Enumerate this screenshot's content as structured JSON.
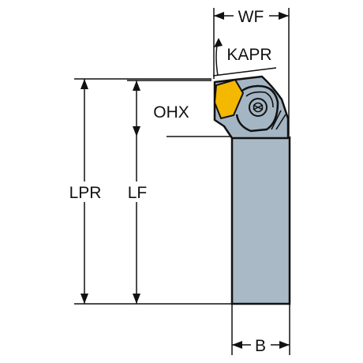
{
  "diagram": {
    "labels": {
      "wf": "WF",
      "kapr": "KAPR",
      "ohx": "OHX",
      "lpr": "LPR",
      "lf": "LF",
      "b": "B"
    },
    "colors": {
      "background": "#ffffff",
      "shank": "#a9b9c6",
      "head": "#a4b5c3",
      "insert": "#f5b800",
      "lines": "#111111"
    },
    "parts": {
      "shank": "tool-shank",
      "head": "tool-head",
      "insert": "cutting-insert",
      "clamp_screw": "screw-icon"
    }
  }
}
